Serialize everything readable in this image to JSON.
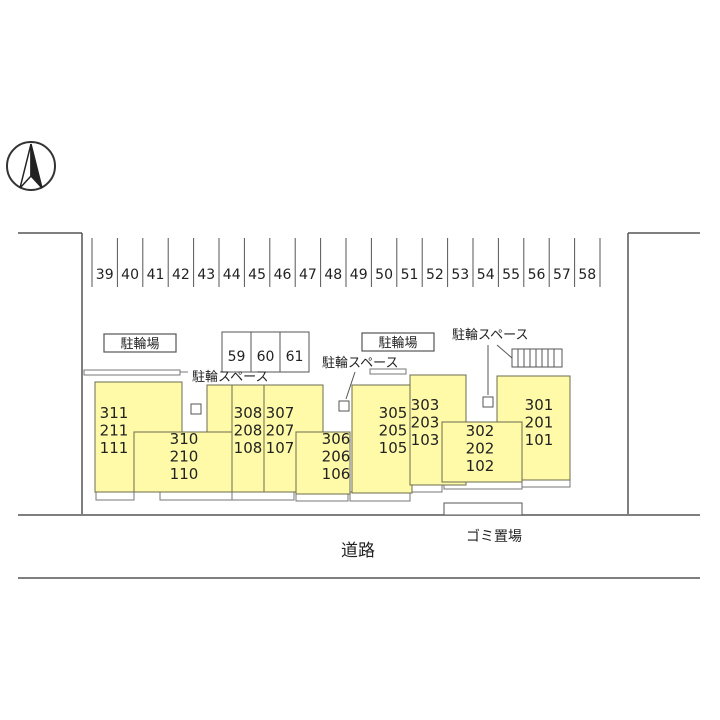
{
  "compass": {
    "icon": "north-arrow-icon"
  },
  "parking_spaces": [
    "39",
    "40",
    "41",
    "42",
    "43",
    "44",
    "45",
    "46",
    "47",
    "48",
    "49",
    "50",
    "51",
    "52",
    "53",
    "54",
    "55",
    "56",
    "57",
    "58"
  ],
  "parking_spaces_small": [
    "59",
    "60",
    "61"
  ],
  "labels": {
    "bicycle_lot_1": "駐輪場",
    "bicycle_lot_2": "駐輪場",
    "bicycle_space_1": "駐輪スペース",
    "bicycle_space_2": "駐輪スペース",
    "bicycle_space_3": "駐輪スペース",
    "garbage": "ゴミ置場",
    "road": "道路"
  },
  "buildings": [
    {
      "units": [
        "311",
        "211",
        "111"
      ]
    },
    {
      "units": [
        "310",
        "210",
        "110"
      ]
    },
    {
      "units": [
        "308",
        "208",
        "108"
      ]
    },
    {
      "units": [
        "307",
        "207",
        "107"
      ]
    },
    {
      "units": [
        "306",
        "206",
        "106"
      ]
    },
    {
      "units": [
        "305",
        "205",
        "105"
      ]
    },
    {
      "units": [
        "303",
        "203",
        "103"
      ]
    },
    {
      "units": [
        "302",
        "202",
        "102"
      ]
    },
    {
      "units": [
        "301",
        "201",
        "101"
      ]
    }
  ],
  "colors": {
    "building_fill": "#fffaa8",
    "line": "#555555"
  }
}
